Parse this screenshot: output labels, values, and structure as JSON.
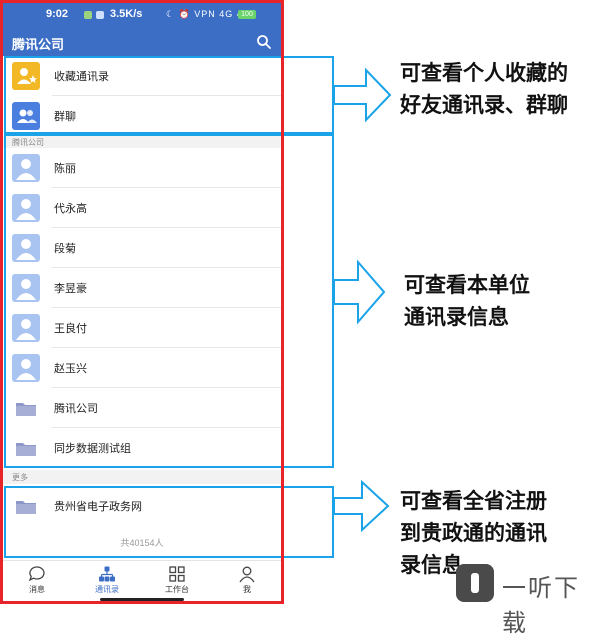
{
  "statusbar": {
    "time": "9:02",
    "speed": "3.5K/s",
    "icons": "☾ ⏰ VPN 4G 4G",
    "battery": "100"
  },
  "appbar": {
    "title": "腾讯公司",
    "search_icon": "search-icon"
  },
  "top_items": [
    {
      "label": "收藏通讯录",
      "icon": "star-person-icon",
      "color": "#f2b826"
    },
    {
      "label": "群聊",
      "icon": "group-icon",
      "color": "#4a7fe0"
    }
  ],
  "section_company": "腾讯公司",
  "contacts": [
    {
      "label": "陈丽"
    },
    {
      "label": "代永高"
    },
    {
      "label": "段菊"
    },
    {
      "label": "李昱豪"
    },
    {
      "label": "王良付"
    },
    {
      "label": "赵玉兴"
    }
  ],
  "folders": [
    {
      "label": "腾讯公司"
    },
    {
      "label": "同步数据测试组"
    }
  ],
  "section_more": "更多",
  "more_items": [
    {
      "label": "贵州省电子政务网"
    }
  ],
  "footer_count": "共40154人",
  "tabs": [
    {
      "label": "消息",
      "icon": "chat-icon",
      "active": false
    },
    {
      "label": "通讯录",
      "icon": "org-chart-icon",
      "active": true
    },
    {
      "label": "工作台",
      "icon": "grid-icon",
      "active": false
    },
    {
      "label": "我",
      "icon": "person-icon",
      "active": false
    }
  ],
  "notes": [
    "可查看个人收藏的\n好友通讯录、群聊",
    "可查看本单位\n通讯录信息",
    "可查看全省注册\n到贵政通的通讯\n录信息"
  ],
  "watermark": "一听下载",
  "colors": {
    "primary": "#3c6ec6",
    "annotation": "#1aa3e8",
    "frame": "#e8232a"
  }
}
